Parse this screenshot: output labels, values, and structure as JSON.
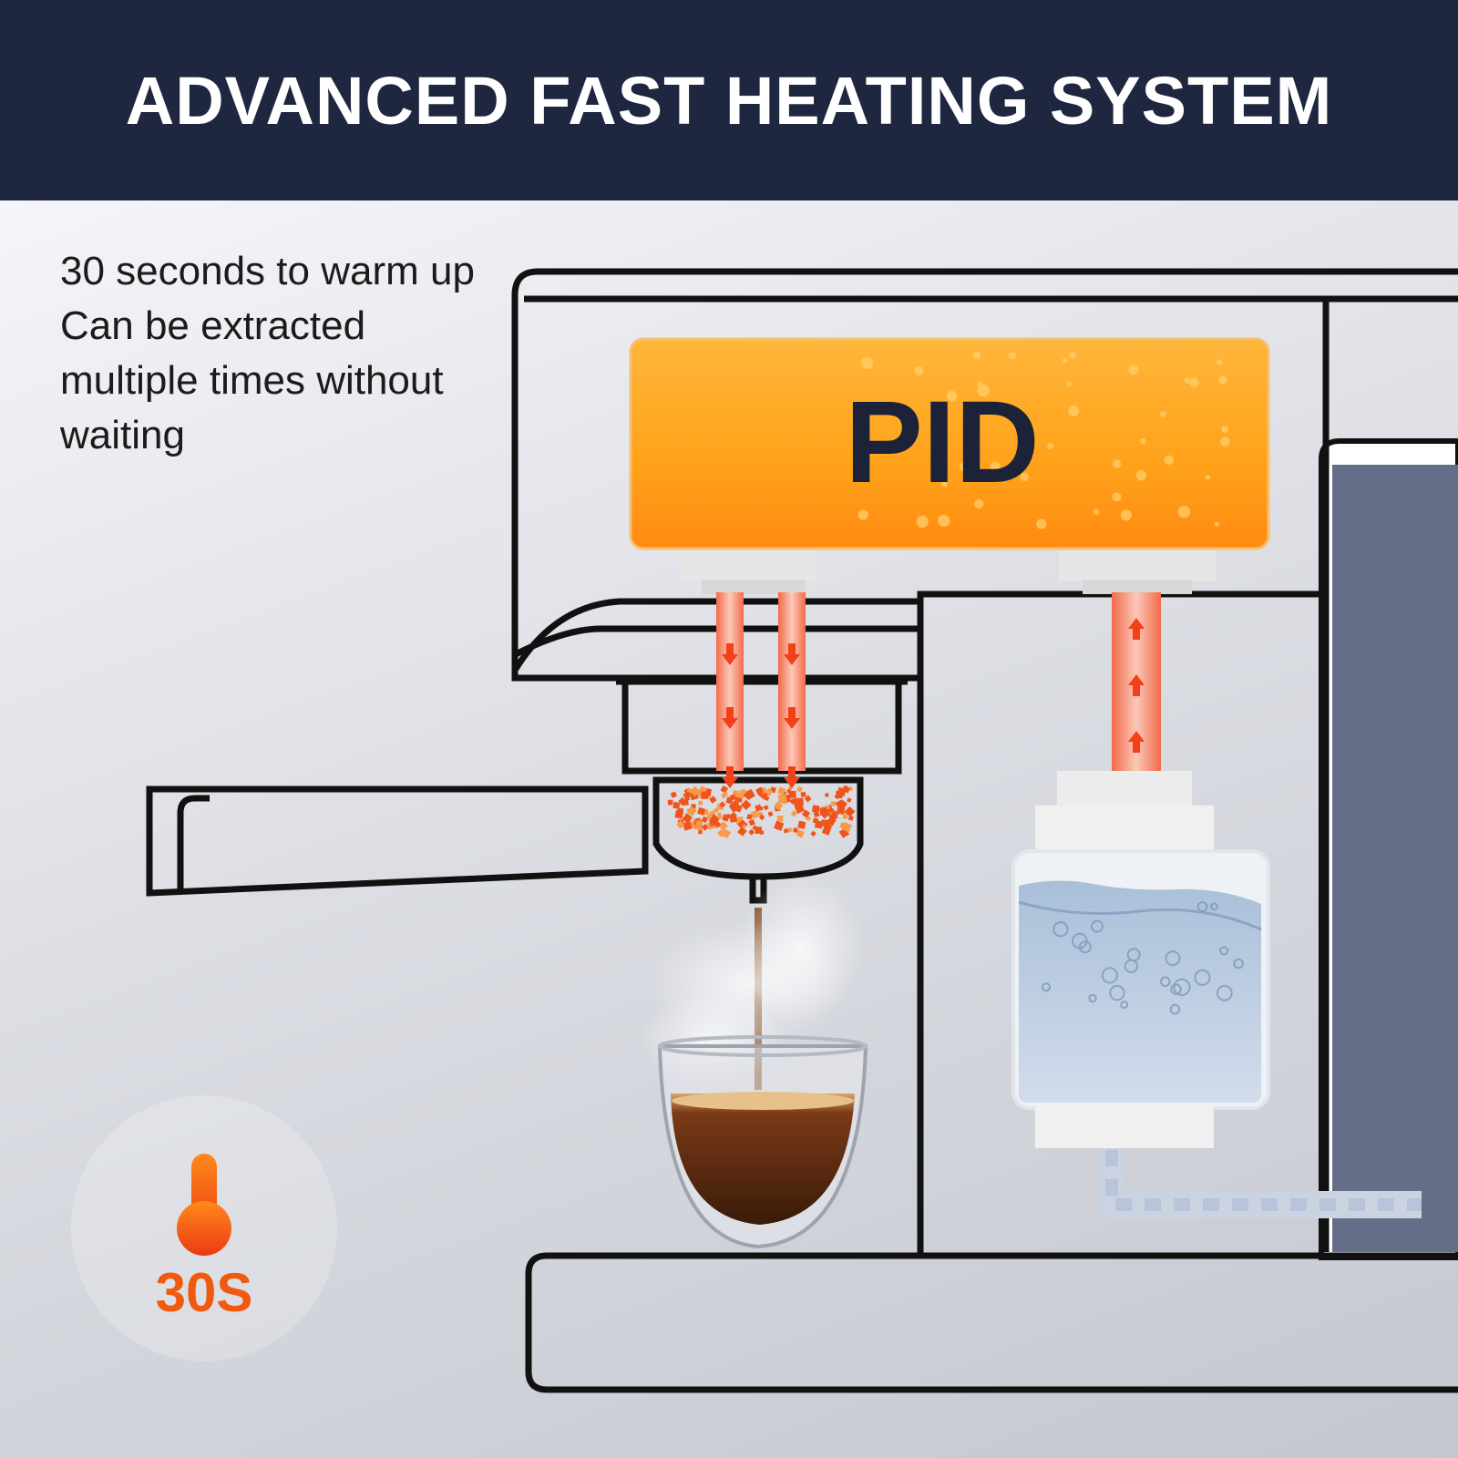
{
  "header": {
    "title": "ADVANCED FAST HEATING SYSTEM"
  },
  "description": "30 seconds to warm up Can be extracted multiple times without waiting",
  "boiler": {
    "label": "PID"
  },
  "timer": {
    "label": "30S",
    "icon": "thermometer-icon"
  },
  "colors": {
    "banner": "#1f2640",
    "boiler_orange": "#ffa21a",
    "heat_arrow": "#f2401a",
    "water_blue": "#c4d3e6",
    "coffee": "#5a2a12",
    "side_panel": "#656e88",
    "timer_orange": "#f05a10"
  }
}
